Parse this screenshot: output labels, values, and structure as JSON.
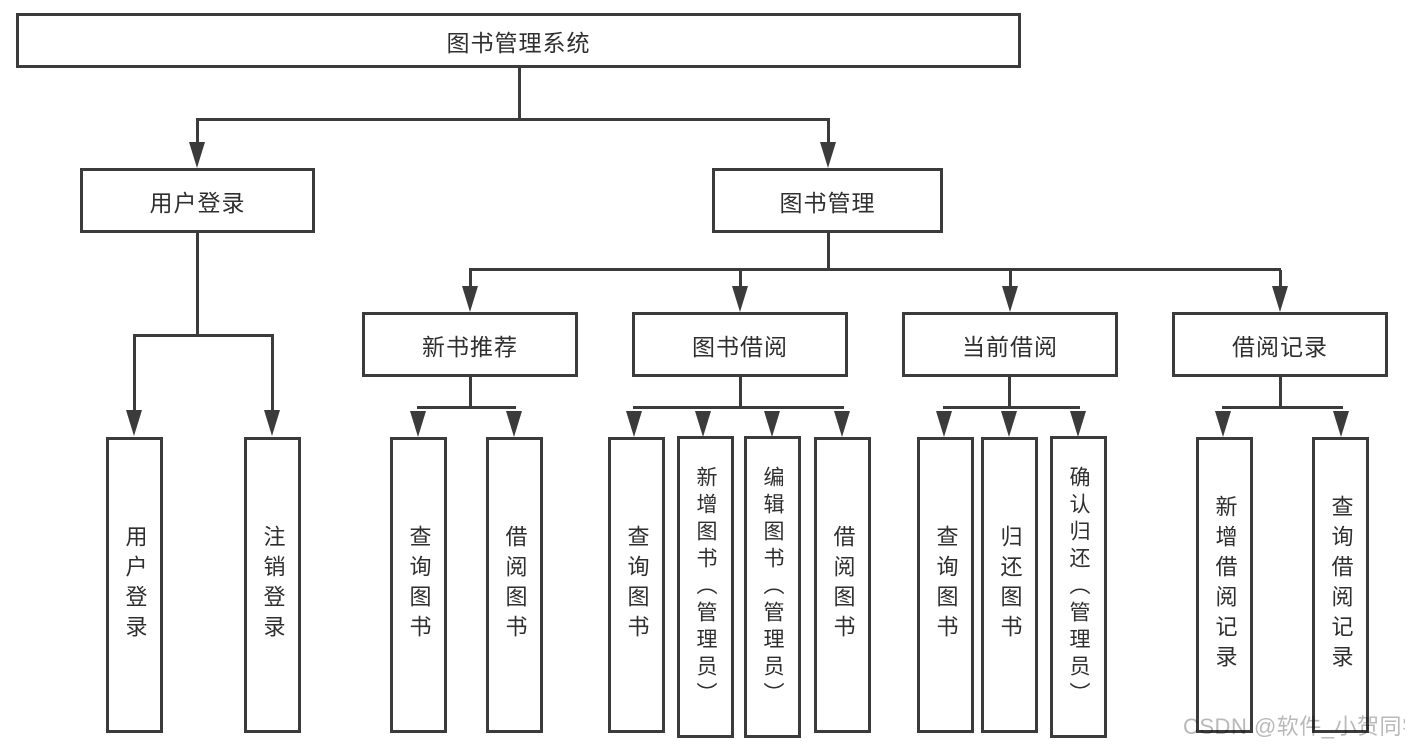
{
  "root": {
    "label": "图书管理系统"
  },
  "tree": {
    "user_login": {
      "label": "用户登录",
      "children": [
        {
          "label": "用户登录"
        },
        {
          "label": "注销登录"
        }
      ]
    },
    "book_mgmt": {
      "label": "图书管理",
      "children": [
        {
          "label": "新书推荐",
          "children": [
            {
              "label": "查询图书"
            },
            {
              "label": "借阅图书"
            }
          ]
        },
        {
          "label": "图书借阅",
          "children": [
            {
              "label": "查询图书"
            },
            {
              "label": "新增图书（管理员）"
            },
            {
              "label": "编辑图书（管理员）"
            },
            {
              "label": "借阅图书"
            }
          ]
        },
        {
          "label": "当前借阅",
          "children": [
            {
              "label": "查询图书"
            },
            {
              "label": "归还图书"
            },
            {
              "label": "确认归还（管理员）"
            }
          ]
        },
        {
          "label": "借阅记录",
          "children": [
            {
              "label": "新增借阅记录"
            },
            {
              "label": "查询借阅记录"
            }
          ]
        }
      ]
    }
  },
  "watermark": {
    "text": "CSDN @软件_小贺同学"
  },
  "colors": {
    "line": "#3b3b3b",
    "text": "#2f2f2f",
    "watermark": "#b9b9b9",
    "background": "#ffffff"
  }
}
